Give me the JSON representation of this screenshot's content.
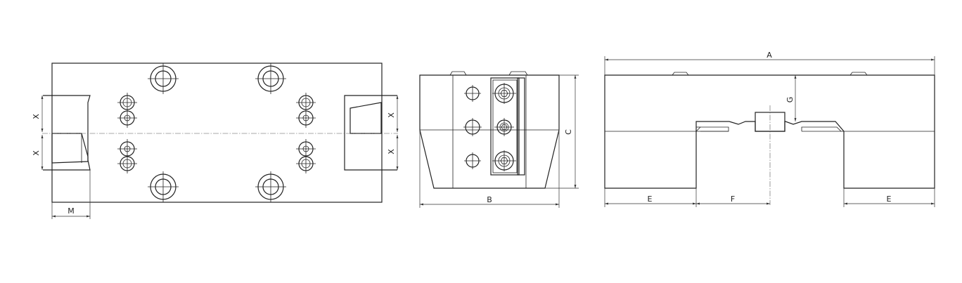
{
  "labels": {
    "A": "A",
    "B": "B",
    "C": "C",
    "E_left": "E",
    "E_right": "E",
    "F": "F",
    "G": "G",
    "M": "M",
    "X1": "X",
    "X2": "X",
    "X3": "X",
    "X4": "X"
  }
}
